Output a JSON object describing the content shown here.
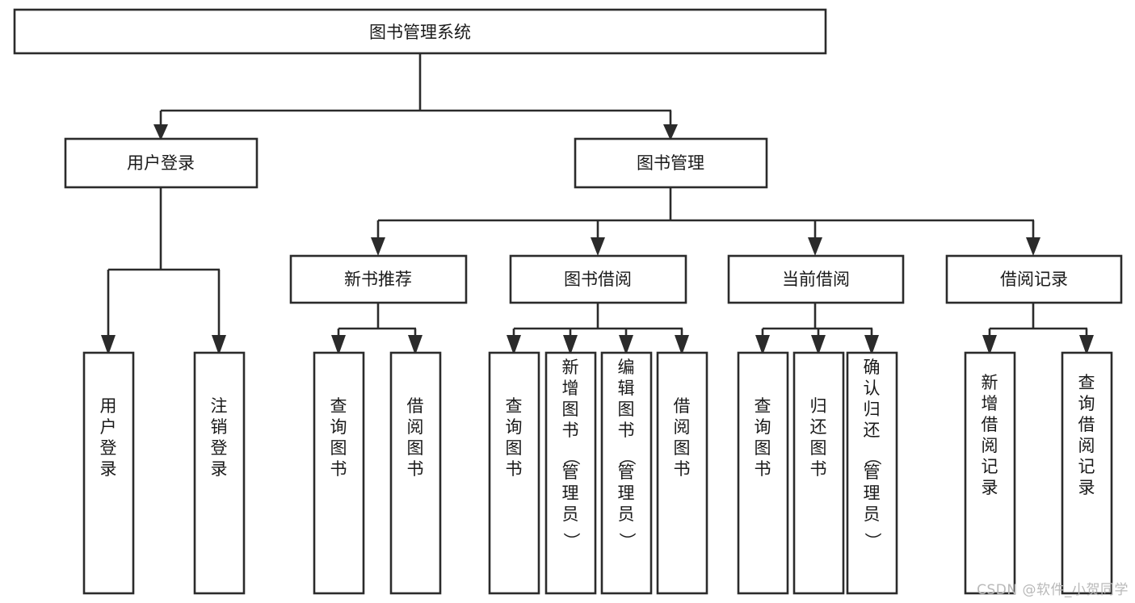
{
  "diagram": {
    "type": "tree-hierarchy",
    "title": "图书管理系统",
    "watermark": "CSDN @软件_小贺同学",
    "colors": {
      "background": "#ffffff",
      "stroke": "#2b2b2b",
      "box_fill": "#ffffff",
      "text": "#1a1a1a",
      "watermark": "#b9b9b9"
    },
    "nodes": {
      "root": {
        "label": "图书管理系统"
      },
      "level2": [
        {
          "id": "user-login",
          "label": "用户登录"
        },
        {
          "id": "book-management",
          "label": "图书管理"
        }
      ],
      "level3": [
        {
          "id": "new-book-recommend",
          "label": "新书推荐"
        },
        {
          "id": "book-borrow",
          "label": "图书借阅"
        },
        {
          "id": "current-borrow",
          "label": "当前借阅"
        },
        {
          "id": "borrow-record",
          "label": "借阅记录"
        }
      ],
      "leaves": {
        "user_login": [
          {
            "id": "leaf-user-login",
            "label": "用户登录"
          },
          {
            "id": "leaf-logout-login",
            "label": "注销登录"
          }
        ],
        "new_book_recommend": [
          {
            "id": "leaf-query-book-1",
            "label": "查询图书"
          },
          {
            "id": "leaf-borrow-book-1",
            "label": "借阅图书"
          }
        ],
        "book_borrow": [
          {
            "id": "leaf-query-book-2",
            "label": "查询图书"
          },
          {
            "id": "leaf-add-book",
            "label": "新增图书（管理员）"
          },
          {
            "id": "leaf-edit-book",
            "label": "编辑图书（管理员）"
          },
          {
            "id": "leaf-borrow-book-2",
            "label": "借阅图书"
          }
        ],
        "current_borrow": [
          {
            "id": "leaf-query-book-3",
            "label": "查询图书"
          },
          {
            "id": "leaf-return-book",
            "label": "归还图书"
          },
          {
            "id": "leaf-confirm-return",
            "label": "确认归还（管理员）"
          }
        ],
        "borrow_record": [
          {
            "id": "leaf-add-record",
            "label": "新增借阅记录"
          },
          {
            "id": "leaf-query-record",
            "label": "查询借阅记录"
          }
        ]
      }
    }
  }
}
